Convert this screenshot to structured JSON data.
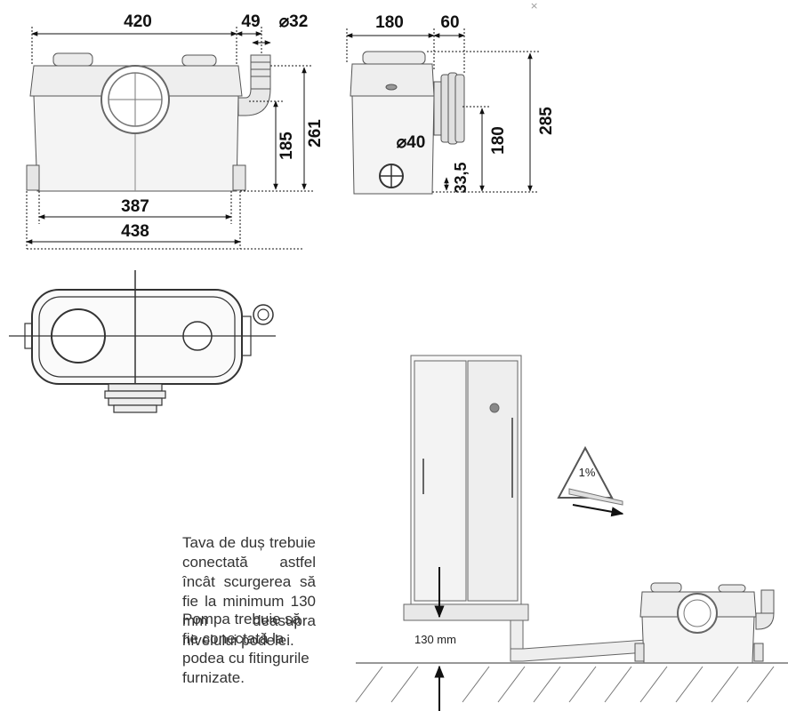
{
  "close_glyph": "×",
  "dimensions": {
    "front_width_top": "420",
    "outlet_offset": "49",
    "outlet_diameter": "⌀32",
    "side_depth": "180",
    "side_offset": "60",
    "inner_width": "387",
    "overall_width": "438",
    "outlet_height": "185",
    "total_height": "261",
    "inlet_diameter": "⌀40",
    "inlet_height": "33,5",
    "side_inlet_height": "180",
    "side_total_height": "285"
  },
  "install": {
    "slope_label": "1%",
    "clearance_label": "130 mm"
  },
  "notes": {
    "p1": "Tava de duș trebuie conectată astfel încât scurgerea să fie la minimum 130 mm deasupra nivelului podelei.",
    "p2": "Pompa trebuie să fie conectată la podea cu fitingurile furnizate."
  }
}
